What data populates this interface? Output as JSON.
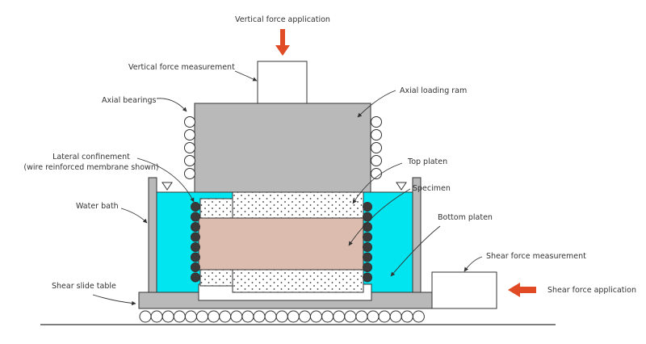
{
  "labels": {
    "vertical_force_application": "Vertical force application",
    "vertical_force_measurement": "Vertical force measurement",
    "axial_bearings": "Axial bearings",
    "axial_loading_ram": "Axial loading ram",
    "lateral_confinement_line1": "Lateral confinement",
    "lateral_confinement_line2": "(wire reinforced membrane shown)",
    "top_platen": "Top platen",
    "specimen": "Specimen",
    "water_bath": "Water bath",
    "bottom_platen": "Bottom platen",
    "shear_force_measurement": "Shear force measurement",
    "shear_force_application": "Shear force application",
    "shear_slide_table": "Shear slide table"
  },
  "colors": {
    "water": "#00e5f0",
    "ram": "#b9b9b9",
    "specimen": "#dcbcae",
    "arrow": "#e04a24",
    "stroke": "#333333",
    "bearing_dark": "#3a3a3a"
  }
}
